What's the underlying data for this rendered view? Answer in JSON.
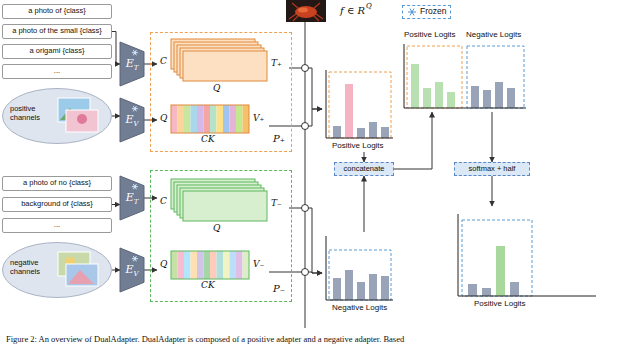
{
  "diagram": {
    "caption": "Figure 2: An overview of DualAdapter. DualAdapter is composed of a positive adapter and a negative adapter. Based",
    "nodes": [
      {
        "text": [
          "a photo of {class}"
        ]
      },
      {
        "text": [
          "a photo of the small {class}"
        ]
      },
      {
        "text": [
          "a origami {class}"
        ]
      },
      {
        "text": [
          "..."
        ]
      },
      {
        "text": [
          "E",
          "T"
        ]
      },
      {
        "text": [
          "positive channels"
        ]
      },
      {
        "text": [
          "E",
          "V"
        ]
      },
      {
        "text": [
          "P₊"
        ]
      },
      {
        "text": [
          "C",
          "Q",
          "T₊"
        ],
        "in": 7
      },
      {
        "text": [
          "Q",
          "CK",
          "V₊"
        ],
        "in": 7
      },
      {
        "text": [
          "a photo of no {class}"
        ]
      },
      {
        "text": [
          "background of {class}"
        ]
      },
      {
        "text": [
          "..."
        ]
      },
      {
        "text": [
          "E",
          "T"
        ]
      },
      {
        "text": [
          "negative channels"
        ]
      },
      {
        "text": [
          "E",
          "V"
        ]
      },
      {
        "text": [
          "P₋"
        ]
      },
      {
        "text": [
          "C",
          "Q",
          "T₋"
        ],
        "in": 16
      },
      {
        "text": [
          "Q",
          "CK",
          "V₋"
        ],
        "in": 16
      },
      {
        "text": [
          "Positive Logits"
        ]
      },
      {
        "text": [
          "Positive Logits",
          "Negative Logits"
        ]
      },
      {
        "text": [
          "concatenate"
        ]
      },
      {
        "text": [
          "softmax + half"
        ]
      },
      {
        "text": [
          "Positive Logits"
        ]
      },
      {
        "text": [
          "Negative Logits"
        ]
      }
    ],
    "edges": [
      {
        "from": 1,
        "to": 4,
        "arrow": "to"
      },
      {
        "from": 4,
        "to": 8,
        "arrow": "to"
      },
      {
        "from": 5,
        "to": 6,
        "arrow": "to"
      },
      {
        "from": 6,
        "to": 9,
        "arrow": "to"
      },
      {
        "from": 11,
        "to": 13,
        "arrow": "to"
      },
      {
        "from": 13,
        "to": 17,
        "arrow": "to"
      },
      {
        "from": 14,
        "to": 15,
        "arrow": "to"
      },
      {
        "from": 15,
        "to": 18,
        "arrow": "to"
      },
      {
        "from": 8,
        "to": 19,
        "arrow": "to"
      },
      {
        "from": 9,
        "to": 19,
        "arrow": "to"
      },
      {
        "from": 17,
        "to": 24,
        "arrow": "to"
      },
      {
        "from": 18,
        "to": 24,
        "arrow": "to"
      },
      {
        "from": 19,
        "to": 21,
        "arrow": "to"
      },
      {
        "from": 24,
        "to": 21,
        "arrow": "to"
      },
      {
        "from": 21,
        "to": 20,
        "arrow": "to"
      },
      {
        "from": 20,
        "to": 22,
        "arrow": "to"
      },
      {
        "from": 22,
        "to": 23,
        "arrow": "to"
      }
    ],
    "labels": [
      "f ∈ R",
      "Q"
    ],
    "legend": [
      {
        "text": "Frozen"
      }
    ]
  }
}
